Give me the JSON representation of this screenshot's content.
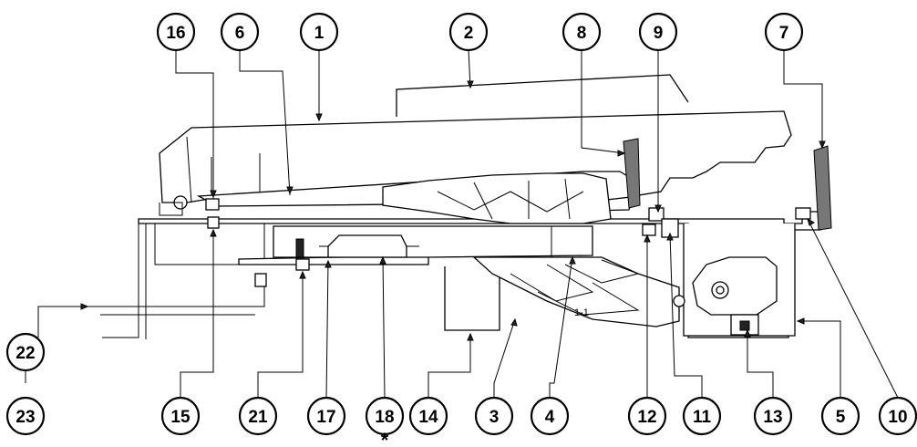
{
  "callouts": {
    "c1": "1",
    "c2": "2",
    "c3": "3",
    "c4": "4",
    "c5": "5",
    "c6": "6",
    "c7": "7",
    "c8": "8",
    "c9": "9",
    "c10": "10",
    "c11": "11",
    "c12": "12",
    "c13": "13",
    "c14": "14",
    "c15": "15",
    "c16": "16",
    "c17": "17",
    "c18": "18",
    "c21": "21",
    "c22": "22",
    "c23": "23"
  },
  "annotations": {
    "section_label": "1-1",
    "asterisk": "*"
  }
}
